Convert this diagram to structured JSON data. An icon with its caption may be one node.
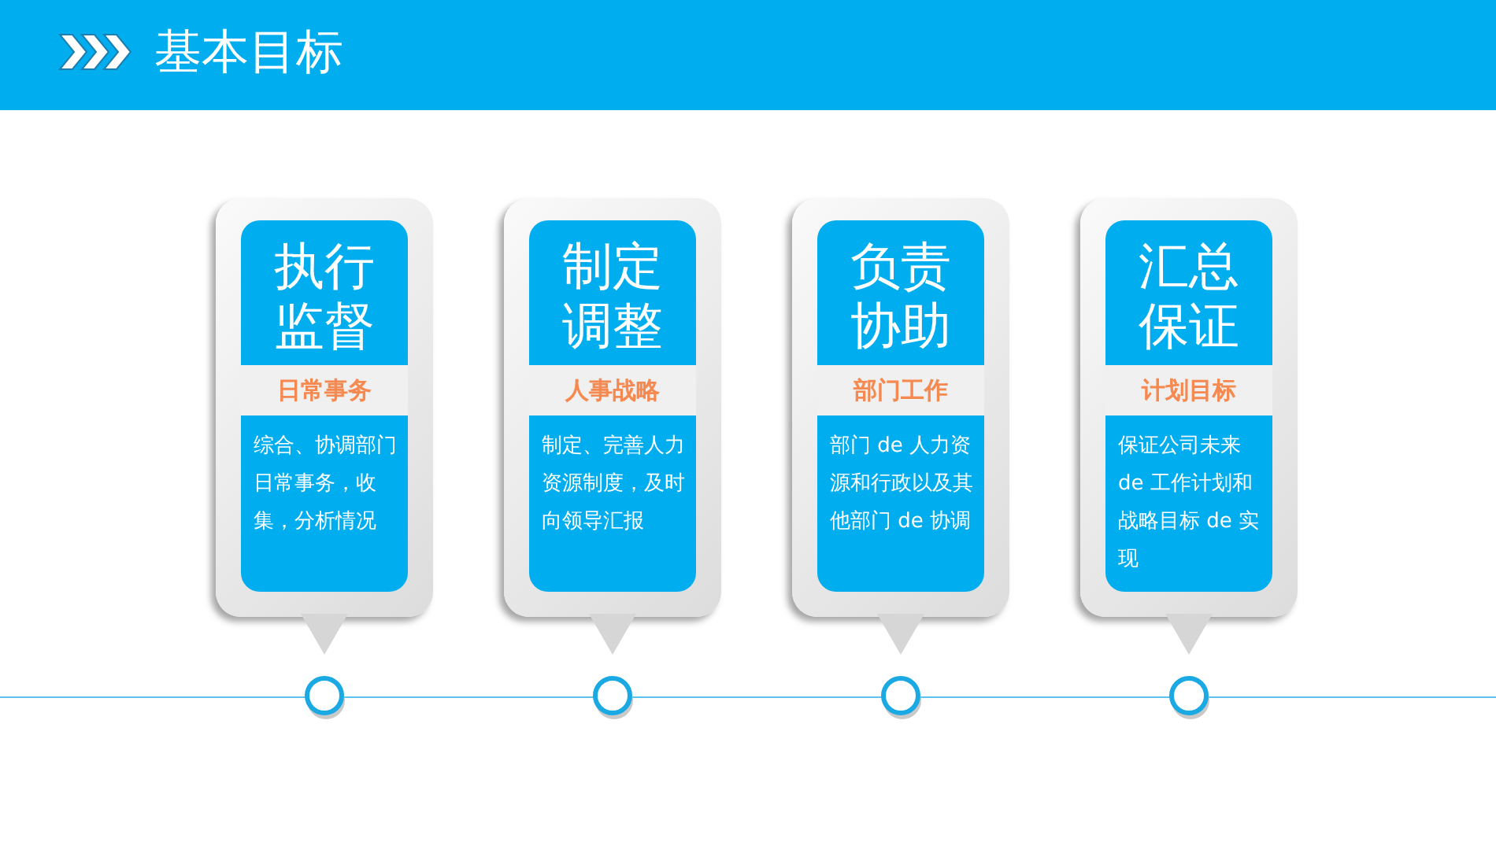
{
  "diagram": {
    "title": "基本目标",
    "nodes": [
      {
        "text": [
          "执行监督",
          "日常事务",
          "综合、协调部门日常事务，收集，分析情况"
        ]
      },
      {
        "text": [
          "制定调整",
          "人事战略",
          "制定、完善人力资源制度，及时向领导汇报"
        ]
      },
      {
        "text": [
          "负责协助",
          "部门工作",
          "部门 de 人力资源和行政以及其他部门 de 协调"
        ]
      },
      {
        "text": [
          "汇总保证",
          "计划目标",
          "保证公司未来 de 工作计划和战略目标 de 实现"
        ]
      }
    ]
  }
}
